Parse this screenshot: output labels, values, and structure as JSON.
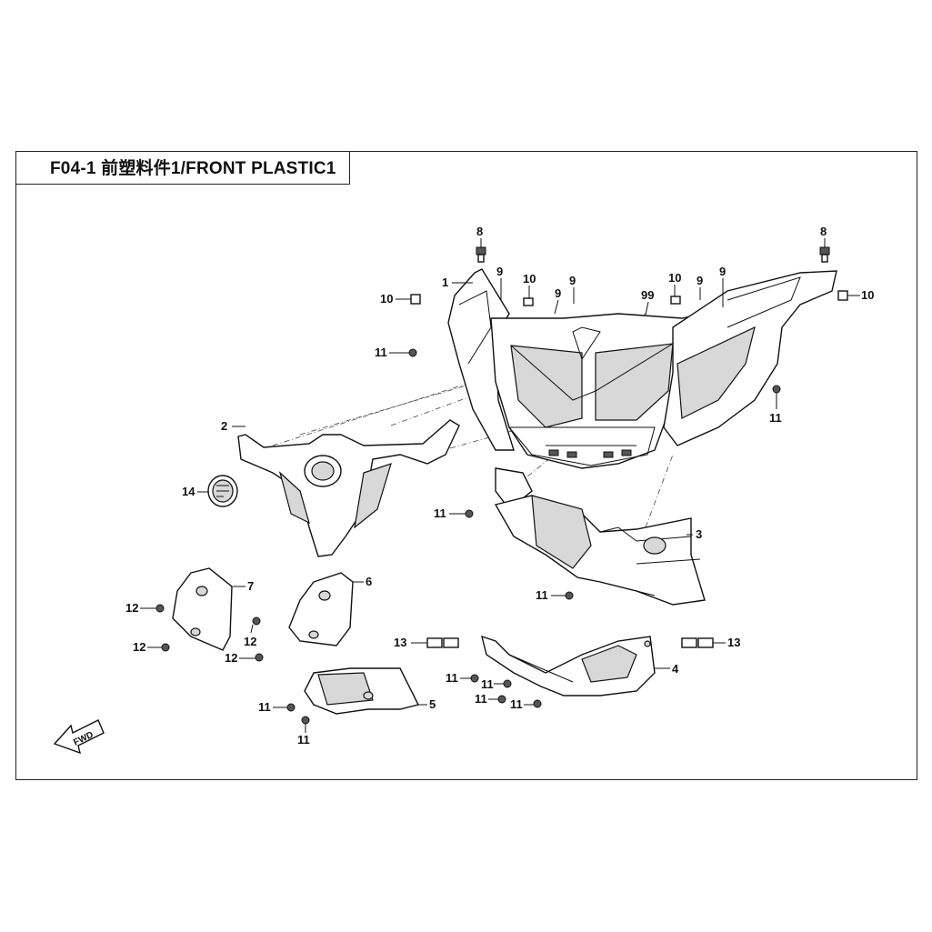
{
  "header": {
    "title": "F04-1  前塑料件1/FRONT PLASTIC1"
  },
  "callouts": [
    {
      "id": "c8a",
      "label": "8"
    },
    {
      "id": "c8b",
      "label": "8"
    },
    {
      "id": "c1",
      "label": "1"
    },
    {
      "id": "c9a",
      "label": "9"
    },
    {
      "id": "c10a",
      "label": "10"
    },
    {
      "id": "c9b",
      "label": "9"
    },
    {
      "id": "c9c",
      "label": "9"
    },
    {
      "id": "c99",
      "label": "99"
    },
    {
      "id": "c10b",
      "label": "10"
    },
    {
      "id": "c9d",
      "label": "9"
    },
    {
      "id": "c9e",
      "label": "9"
    },
    {
      "id": "c10c",
      "label": "10"
    },
    {
      "id": "c10d",
      "label": "10"
    },
    {
      "id": "c11a",
      "label": "11"
    },
    {
      "id": "c11b",
      "label": "11"
    },
    {
      "id": "c2",
      "label": "2"
    },
    {
      "id": "c14",
      "label": "14"
    },
    {
      "id": "c11c",
      "label": "11"
    },
    {
      "id": "c3",
      "label": "3"
    },
    {
      "id": "c11d",
      "label": "11"
    },
    {
      "id": "c7",
      "label": "7"
    },
    {
      "id": "c6",
      "label": "6"
    },
    {
      "id": "c12a",
      "label": "12"
    },
    {
      "id": "c12b",
      "label": "12"
    },
    {
      "id": "c12c",
      "label": "12"
    },
    {
      "id": "c12d",
      "label": "12"
    },
    {
      "id": "c13a",
      "label": "13"
    },
    {
      "id": "c13b",
      "label": "13"
    },
    {
      "id": "c4",
      "label": "4"
    },
    {
      "id": "c11e",
      "label": "11"
    },
    {
      "id": "c11f",
      "label": "11"
    },
    {
      "id": "c11g",
      "label": "11"
    },
    {
      "id": "c11h",
      "label": "11"
    },
    {
      "id": "c11i",
      "label": "11"
    },
    {
      "id": "c5",
      "label": "5"
    },
    {
      "id": "c11j",
      "label": "11"
    }
  ],
  "direction_marker": {
    "label": "FWD"
  }
}
